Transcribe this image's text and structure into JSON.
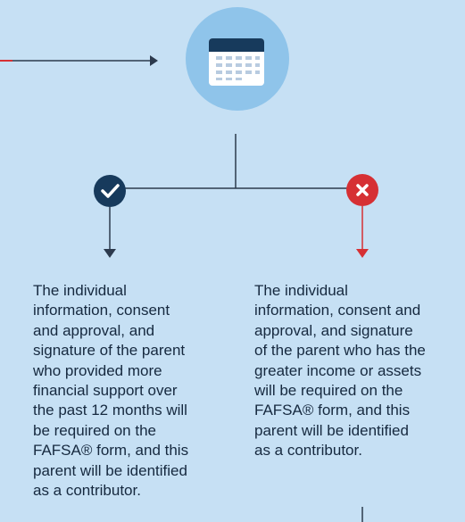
{
  "colors": {
    "background": "#c6e0f4",
    "calendar_circle": "#8fc4ea",
    "line_dark": "#2c3a4d",
    "accent_red": "#d63034",
    "check_badge": "#173a5c",
    "text": "#16293f"
  },
  "icons": {
    "calendar": "calendar-icon",
    "check": "check-icon",
    "cross": "x-icon"
  },
  "left_branch": {
    "result": "check",
    "text": "The individual\ninformation, consent\nand approval, and\nsignature of the parent\nwho provided more\nfinancial support over\nthe past 12 months will\nbe required on the\nFAFSA® form, and this\nparent will be identified\nas a contributor."
  },
  "right_branch": {
    "result": "cross",
    "text": "The individual\ninformation, consent and\napproval, and signature\nof the parent who has the\ngreater income or assets\nwill be required on the\nFAFSA® form, and this\nparent will be identified\nas a contributor."
  }
}
